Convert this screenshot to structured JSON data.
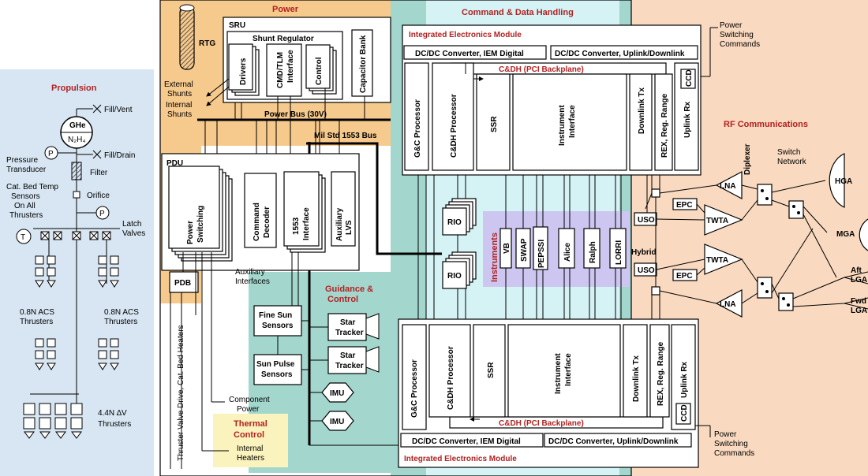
{
  "sections": {
    "propulsion": "Propulsion",
    "power": "Power",
    "cdh": "Command & Data Handling",
    "rf": "RF Communications",
    "gnc": "Guidance & Control",
    "thermal": "Thermal Control",
    "instruments": "Instruments"
  },
  "propulsion": {
    "fill_vent": "Fill/Vent",
    "fill_drain": "Fill/Drain",
    "tank_top": "GHe",
    "tank_bottom": "N₂H₄",
    "pressure_transducer": [
      "Pressure",
      "Transducer"
    ],
    "filter": "Filter",
    "orifice": "Orifice",
    "catbed": [
      "Cat. Bed Temp",
      "Sensors",
      "On All",
      "Thrusters"
    ],
    "latch_valves": [
      "Latch",
      "Valves"
    ],
    "acs_left": [
      "0.8N ACS",
      "Thrusters"
    ],
    "acs_right": [
      "0.8N ACS",
      "Thrusters"
    ],
    "dv_thrusters": [
      "4.4N ∆V",
      "Thrusters"
    ],
    "p_symbol": "P",
    "t_symbol": "T"
  },
  "power": {
    "rtg": "RTG",
    "sru": "SRU",
    "shunt_regulator": "Shunt Regulator",
    "drivers": "Drivers",
    "cmd_tlm": [
      "CMD/TLM",
      "Interface"
    ],
    "control": "Control",
    "capacitor_bank": "Capacitor Bank",
    "external_shunts": [
      "External",
      "Shunts"
    ],
    "internal_shunts": [
      "Internal",
      "Shunts"
    ],
    "power_bus": "Power    Bus (30V)",
    "mil_std": "Mil Std 1553 Bus",
    "pdu": "PDU",
    "power_switching": [
      "Power",
      "Switching"
    ],
    "command_decoder": [
      "Command",
      "Decoder"
    ],
    "iface_1553": [
      "1553",
      "Interface"
    ],
    "aux_lvs": [
      "Auxiliary",
      "LVS"
    ],
    "pdb": "PDB",
    "aux_interfaces": [
      "Auxiliary",
      "Interfaces"
    ],
    "thruster_valve": "Thruster Valve Drive, Cat. Bed Heaters",
    "component_power": [
      "Component",
      "Power"
    ],
    "internal_heaters": [
      "Internal",
      "Heaters"
    ]
  },
  "cdh": {
    "iem_top": "Integrated Electronics Module",
    "iem_bottom": "Integrated Electronics Module",
    "dcdc_iem": "DC/DC Converter, IEM Digital",
    "dcdc_uplink": "DC/DC Converter, Uplink/Downlink",
    "backplane": "C&DH (PCI Backplane)",
    "gc_processor": "G&C Processor",
    "cdh_processor": "C&DH Processor",
    "ssr": "SSR",
    "instrument_interface": [
      "Instrument",
      "Interface"
    ],
    "downlink_tx": "Downlink Tx",
    "rex": "REX, Reg. Range",
    "uplink_rx": "Uplink Rx",
    "ccd": "CCD",
    "rio": "RIO"
  },
  "instruments": {
    "list": [
      "VB",
      "SWAP",
      "PEPSSI",
      "Alice",
      "Ralph",
      "LORRI"
    ]
  },
  "gnc": {
    "fine_sun": [
      "Fine Sun",
      "Sensors"
    ],
    "sun_pulse": [
      "Sun Pulse",
      "Sensors"
    ],
    "star_tracker": [
      "Star",
      "Tracker"
    ],
    "imu": "IMU"
  },
  "rf": {
    "power_switching_cmds": [
      "Power",
      "Switching",
      "Commands"
    ],
    "diplexer": "Diplexer",
    "switch_network": [
      "Switch",
      "Network"
    ],
    "lna": "LNA",
    "twta": "TWTA",
    "epc": "EPC",
    "uso": "USO",
    "hybrid": "Hybrid",
    "hga": "HGA",
    "mga": "MGA",
    "aft_lga": [
      "Aft",
      "LGA"
    ],
    "fwd_lga": [
      "Fwd",
      "LGA"
    ]
  }
}
